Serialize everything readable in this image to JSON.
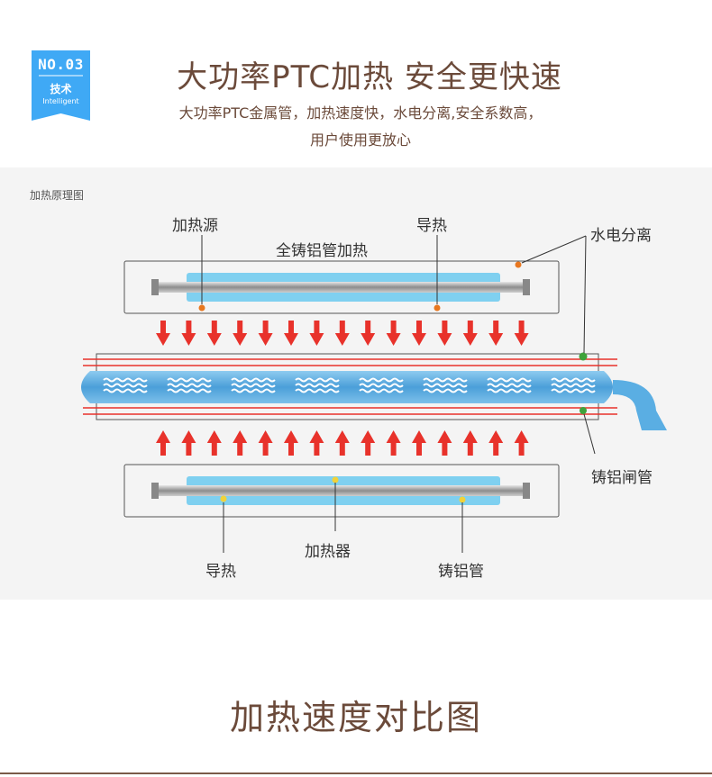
{
  "badge": {
    "number": "NO.03",
    "label": "技术",
    "sublabel": "Intelligent",
    "color": "#3fa9f5"
  },
  "header": {
    "title": "大功率PTC加热 安全更快速",
    "subtitle_line1": "大功率PTC金属管，加热速度快，水电分离,安全系数高，",
    "subtitle_line2": "用户使用更放心"
  },
  "diagram": {
    "panel_label": "加热原理图",
    "labels": {
      "heat_source": "加热源",
      "conduction_top": "导热",
      "full_cast_aluminum": "全铸铝管加热",
      "water_electric_separation": "水电分离",
      "cast_aluminum_gate_tube": "铸铝闸管",
      "conduction_bottom": "导热",
      "heater": "加热器",
      "cast_aluminum_tube": "铸铝管"
    },
    "colors": {
      "arrow": "#e8322b",
      "water": "#5aaee3",
      "heater_glow": "#7fd0f0",
      "orange_dot": "#e8771f",
      "green_dot": "#3ea33b",
      "yellow_dot": "#f1d23a"
    }
  },
  "footer": {
    "title": "加热速度对比图"
  }
}
